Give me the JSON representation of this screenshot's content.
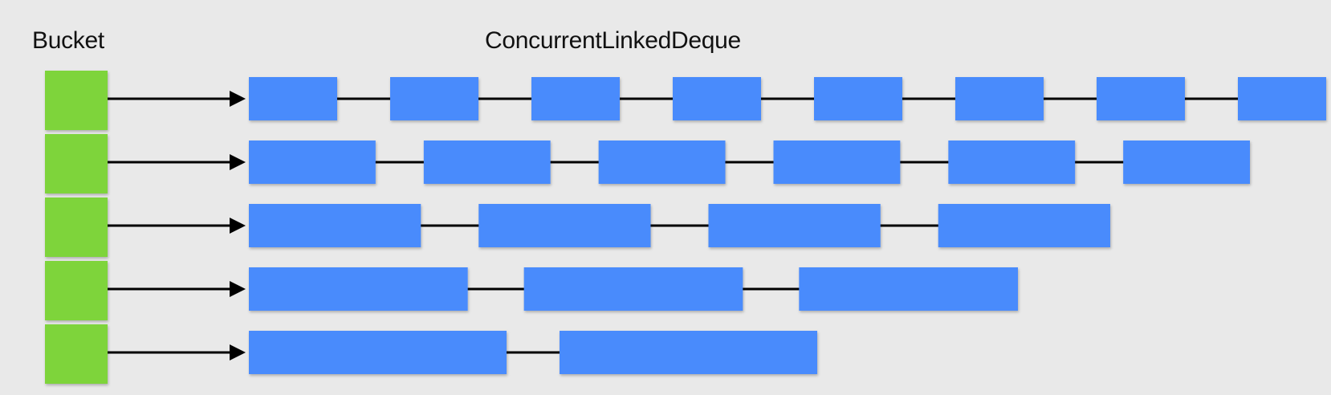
{
  "labels": {
    "bucket": "Bucket",
    "deque": "ConcurrentLinkedDeque"
  },
  "colors": {
    "background": "#e9e9e9",
    "bucket": "#7ed43a",
    "node": "#4a8bfc",
    "line": "#000000"
  },
  "rows": [
    {
      "bucket": "bucket-1",
      "node_count": 8
    },
    {
      "bucket": "bucket-2",
      "node_count": 6
    },
    {
      "bucket": "bucket-3",
      "node_count": 4
    },
    {
      "bucket": "bucket-4",
      "node_count": 3
    },
    {
      "bucket": "bucket-5",
      "node_count": 2
    }
  ]
}
